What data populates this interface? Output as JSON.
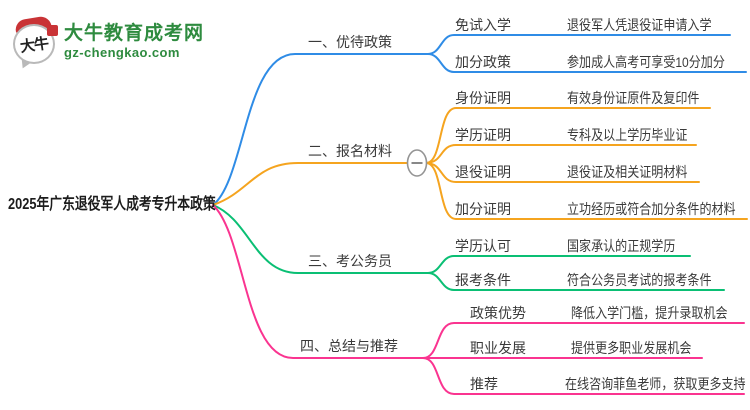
{
  "site": {
    "logo_mark_text": "大牛",
    "name": "大牛教育成考网",
    "domain": "gz-chengkao.com",
    "brand_color": "#2e8b3f",
    "logo_red": "#c93336"
  },
  "root": {
    "title": "2025年广东退役军人成考专升本政策"
  },
  "icons": {
    "collapse_minus": "−"
  },
  "branches": [
    {
      "label": "一、优待政策",
      "color": "#2f8ce6",
      "children": [
        {
          "key": "免试入学",
          "value": "退役军人凭退役证申请入学"
        },
        {
          "key": "加分政策",
          "value": "参加成人高考可享受10分加分"
        }
      ]
    },
    {
      "label": "二、报名材料",
      "color": "#f5a41f",
      "collapse_button": "−",
      "children": [
        {
          "key": "身份证明",
          "value": "有效身份证原件及复印件"
        },
        {
          "key": "学历证明",
          "value": "专科及以上学历毕业证"
        },
        {
          "key": "退役证明",
          "value": "退役证及相关证明材料"
        },
        {
          "key": "加分证明",
          "value": "立功经历或符合加分条件的材料"
        }
      ]
    },
    {
      "label": "三、考公务员",
      "color": "#0abf74",
      "children": [
        {
          "key": "学历认可",
          "value": "国家承认的正规学历"
        },
        {
          "key": "报考条件",
          "value": "符合公务员考试的报考条件"
        }
      ]
    },
    {
      "label": "四、总结与推荐",
      "color": "#fa3490",
      "children": [
        {
          "key": "政策优势",
          "value": "降低入学门槛，提升录取机会"
        },
        {
          "key": "职业发展",
          "value": "提供更多职业发展机会"
        },
        {
          "key": "推荐",
          "value": "在线咨询菲鱼老师，获取更多支持"
        }
      ]
    }
  ]
}
